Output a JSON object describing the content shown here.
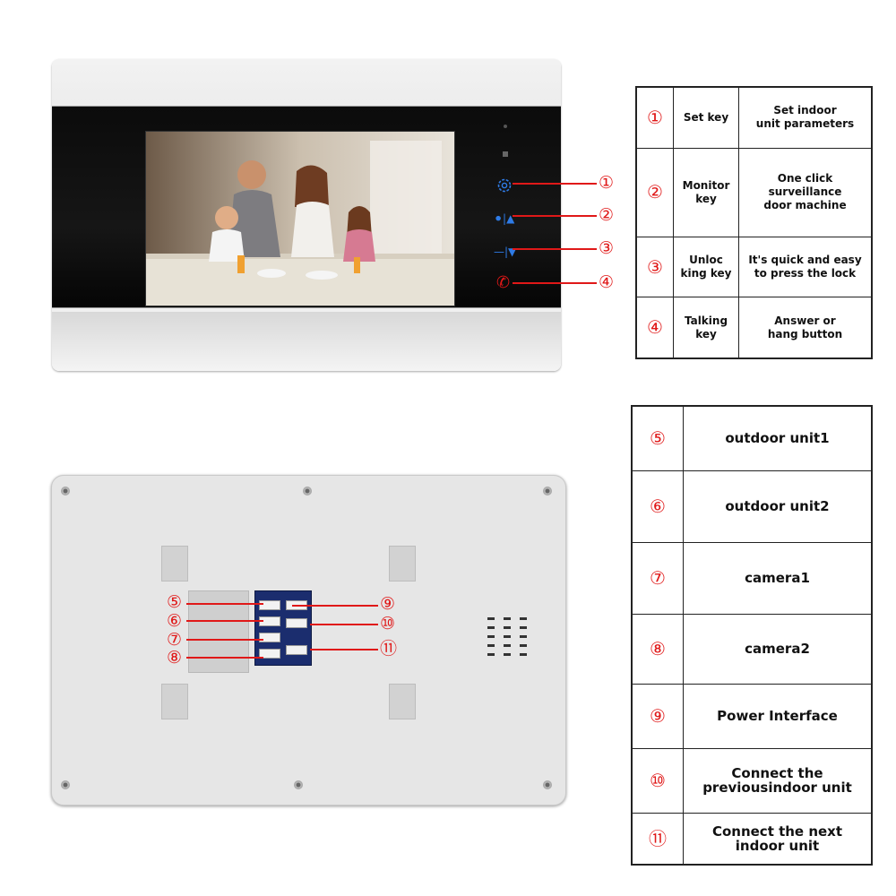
{
  "front_callouts": [
    "①",
    "②",
    "③",
    "④"
  ],
  "key_table": [
    {
      "num": "①",
      "name": "Set key",
      "desc_line1": "Set indoor",
      "desc_line2": "unit parameters"
    },
    {
      "num": "②",
      "name_line1": "Monitor",
      "name_line2": "key",
      "desc_line1": "One click surveillance",
      "desc_line2": "door machine"
    },
    {
      "num": "③",
      "name_line1": "Unloc",
      "name_line2": "king key",
      "desc_line1": "It's quick and easy",
      "desc_line2": "to press the lock"
    },
    {
      "num": "④",
      "name": "Talking key",
      "desc_line1": "Answer or",
      "desc_line2": "hang button"
    }
  ],
  "back_callouts_left": [
    "⑤",
    "⑥",
    "⑦",
    "⑧"
  ],
  "back_callouts_right": [
    "⑨",
    "⑩",
    "⑪"
  ],
  "port_table": [
    {
      "num": "⑤",
      "line1": "outdoor unit1",
      "line2": ""
    },
    {
      "num": "⑥",
      "line1": "outdoor unit2",
      "line2": ""
    },
    {
      "num": "⑦",
      "line1": "camera1",
      "line2": ""
    },
    {
      "num": "⑧",
      "line1": "camera2",
      "line2": ""
    },
    {
      "num": "⑨",
      "line1": "Power Interface",
      "line2": ""
    },
    {
      "num": "⑩",
      "line1": "Connect the",
      "line2": "previousindoor unit"
    },
    {
      "num": "⑪",
      "line1": "Connect the next",
      "line2": "indoor unit"
    }
  ],
  "icons": {
    "set_key": "gear-icon",
    "monitor_key": "person-up-icon",
    "unlock_key": "key-down-icon",
    "talk_key": "phone-handset-icon"
  },
  "colors": {
    "accent_red": "#e01818",
    "key_blue": "#2e7be6"
  }
}
